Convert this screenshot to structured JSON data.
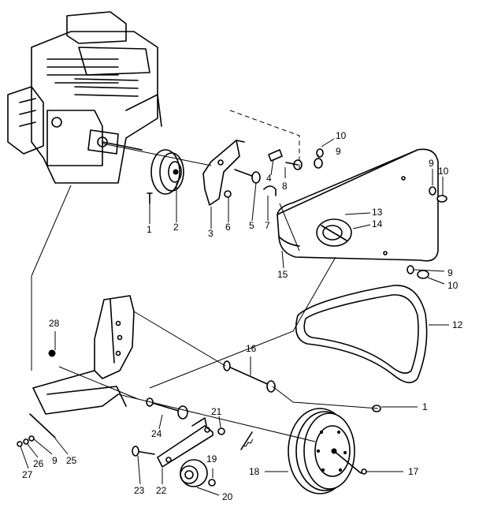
{
  "callouts": {
    "c1a": "1",
    "c2": "2",
    "c3": "3",
    "c6": "6",
    "c5": "5",
    "c4": "4",
    "c8": "8",
    "c7": "7",
    "c10a": "10",
    "c9a": "9",
    "c9b": "9",
    "c10b": "10",
    "c13": "13",
    "c14": "14",
    "c15": "15",
    "c9c": "9",
    "c10c": "10",
    "c12": "12",
    "c28": "28",
    "c16": "16",
    "c1b": "1",
    "c21": "21",
    "c24": "24",
    "c25": "25",
    "c9d": "9",
    "c26": "26",
    "c27": "27",
    "c19": "19",
    "c18": "18",
    "c17": "17",
    "c23": "23",
    "c22": "22",
    "c20": "20"
  }
}
